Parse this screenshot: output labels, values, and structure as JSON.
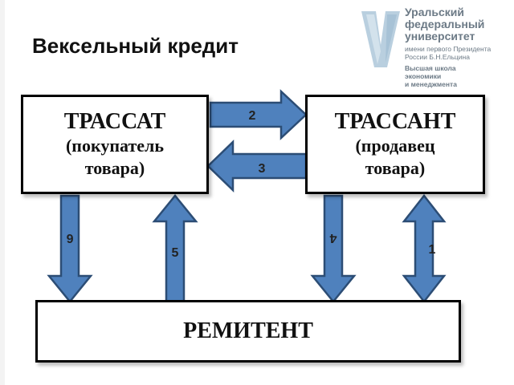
{
  "title": "Вексельный кредит",
  "logo": {
    "lines": [
      "Уральский",
      "федеральный",
      "университет"
    ],
    "subtitle_lines": [
      "имени первого Президента",
      "России Б.Н.Ельцина"
    ],
    "school_lines": [
      "Высшая школа",
      "экономики",
      "и менеджмента"
    ]
  },
  "boxes": {
    "trassat": {
      "title": "ТРАССАТ",
      "lines": [
        "(покупатель",
        "товара)"
      ]
    },
    "trassant": {
      "title": "ТРАССАНТ",
      "lines": [
        "(продавец",
        "товара)"
      ]
    },
    "remitent": {
      "title": "РЕМИТЕНТ"
    }
  },
  "arrows": {
    "a1": "1",
    "a2": "2",
    "a3": "3",
    "a4": "4",
    "a5": "5",
    "a6": "6"
  },
  "colors": {
    "arrow_fill": "#4f81bd",
    "arrow_stroke": "#2c4d75",
    "logo_accent": "#9ab6cc"
  }
}
